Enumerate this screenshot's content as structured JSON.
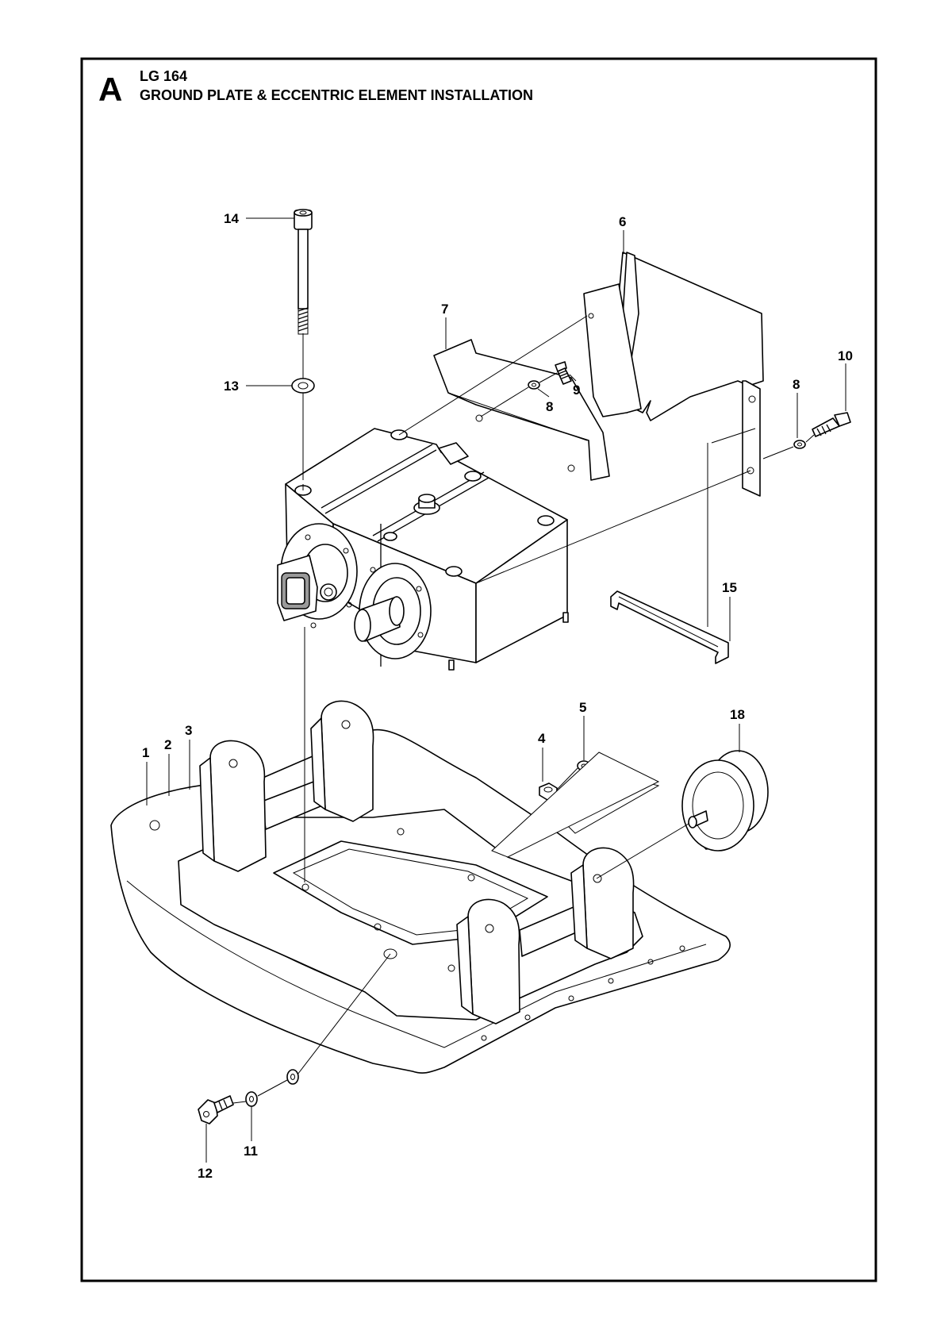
{
  "header": {
    "section_letter": "A",
    "model": "LG 164",
    "title": "GROUND PLATE & ECCENTRIC ELEMENT INSTALLATION"
  },
  "callouts": {
    "c1": "1",
    "c2": "2",
    "c3": "3",
    "c4": "4",
    "c5": "5",
    "c6": "6",
    "c7": "7",
    "c8a": "8",
    "c8b": "8",
    "c9": "9",
    "c10": "10",
    "c11": "11",
    "c12": "12",
    "c13": "13",
    "c14": "14",
    "c15": "15",
    "c18": "18"
  }
}
